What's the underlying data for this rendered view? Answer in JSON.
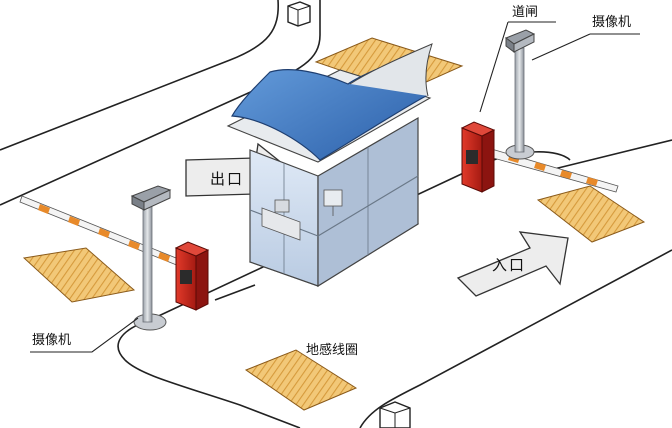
{
  "labels": {
    "barrier_gate": "道闸",
    "camera_top": "摄像机",
    "camera_bottom": "摄像机",
    "exit": "出口",
    "entrance": "入口",
    "ground_loop": "地感线圈"
  },
  "colors": {
    "road_edge": "#222222",
    "loop_fill": "#f2c878",
    "loop_hatch": "#d69a3c",
    "booth_roof": "#3c78c8",
    "booth_glass": "#c8d8ec",
    "gate_body": "#cc2a1e",
    "gate_arm_orange": "#e88a2a",
    "gate_arm_white": "#f4f4f4",
    "pole": "#b8bcc2",
    "arrow_fill": "#eeeeee"
  },
  "icons": {
    "top_post": "square-post-icon",
    "bottom_post": "square-post-icon"
  }
}
